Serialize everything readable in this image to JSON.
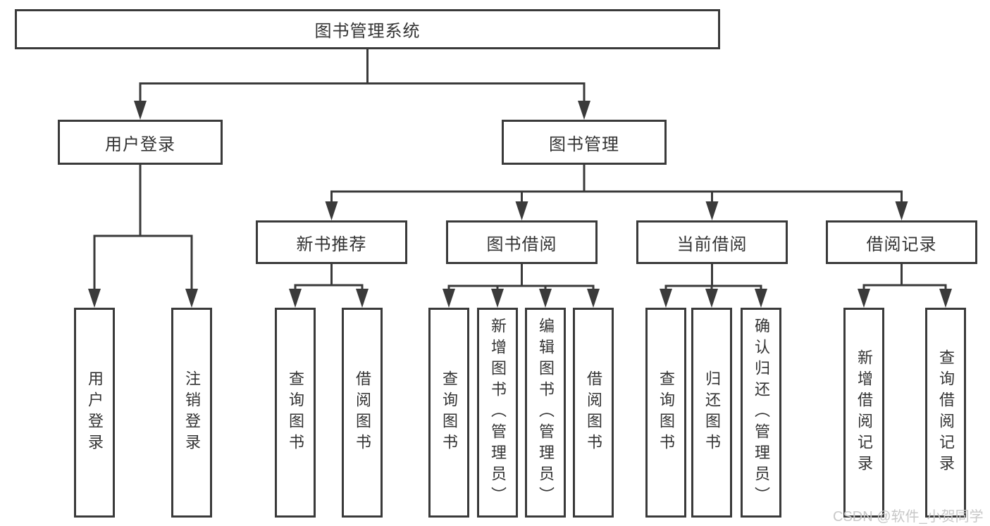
{
  "diagram_title": "图书管理系统",
  "tree": {
    "root": {
      "label": "图书管理系统"
    },
    "branches": [
      {
        "label": "用户登录",
        "leaves": [
          {
            "label": "用户登录"
          },
          {
            "label": "注销登录"
          }
        ]
      },
      {
        "label": "图书管理",
        "groups": [
          {
            "label": "新书推荐",
            "leaves": [
              {
                "label": "查询图书"
              },
              {
                "label": "借阅图书"
              }
            ]
          },
          {
            "label": "图书借阅",
            "leaves": [
              {
                "label": "查询图书"
              },
              {
                "label": "新增图书（管理员）"
              },
              {
                "label": "编辑图书（管理员）"
              },
              {
                "label": "借阅图书"
              }
            ]
          },
          {
            "label": "当前借阅",
            "leaves": [
              {
                "label": "查询图书"
              },
              {
                "label": "归还图书"
              },
              {
                "label": "确认归还（管理员）"
              }
            ]
          },
          {
            "label": "借阅记录",
            "leaves": [
              {
                "label": "新增借阅记录"
              },
              {
                "label": "查询借阅记录"
              }
            ]
          }
        ]
      }
    ]
  },
  "watermark": {
    "text": "CSDN @软件_小贺同学"
  },
  "colors": {
    "line": "#3a3a3a",
    "text": "#333333",
    "watermark": "#c8c8c8",
    "background": "#ffffff"
  }
}
